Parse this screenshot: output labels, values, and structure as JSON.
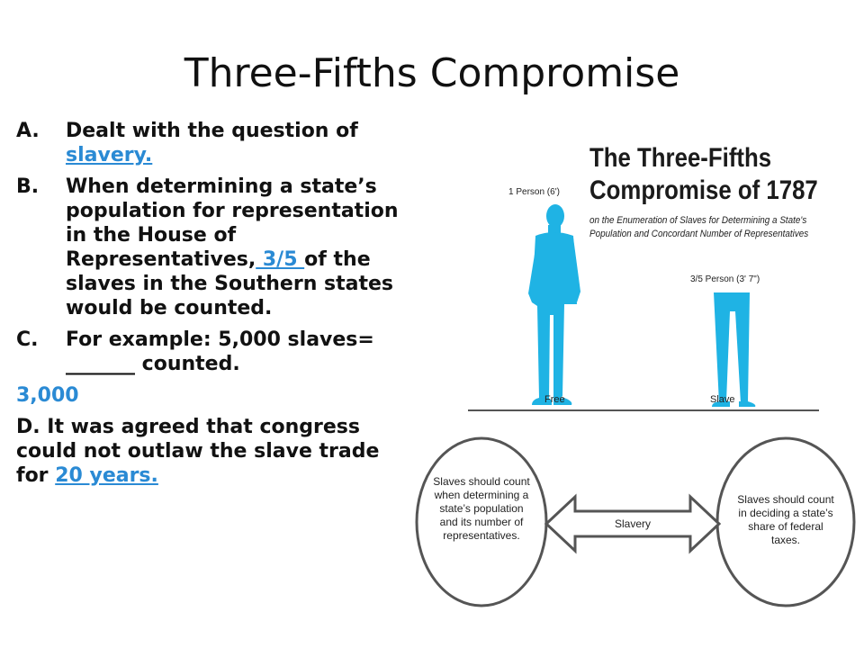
{
  "slide": {
    "title": "Three-Fifths Compromise",
    "items": [
      {
        "marker": "A.",
        "pre": "Dealt with the question of ",
        "blank": "slavery.",
        "post": ""
      },
      {
        "marker": "B.",
        "pre": "When determining a state’s population for representation in the House of Representatives,",
        "blank": " 3/5 ",
        "post": "of the slaves in the Southern states would be counted."
      },
      {
        "marker": "C.",
        "pre": "For example: 5,000 slaves= _______ counted.",
        "blank": "",
        "post": ""
      }
    ],
    "answer": "3,000",
    "d_text": "D. It was agreed that congress could not outlaw the slave trade for ",
    "d_blank": "20 years."
  },
  "figure": {
    "title_line1": "The Three-Fifths",
    "title_line2": "Compromise of 1787",
    "subtitle_line1": "on the Enumeration of Slaves for Determining a State's",
    "subtitle_line2": "Population and Concordant Number of Representatives",
    "person_label": "1 Person (6')",
    "fraction_label": "3/5 Person (3' 7\")",
    "free_label": "Free",
    "slave_label": "Slave",
    "left_circle": "Slaves should count when determining a state’s population and its number of representatives.",
    "center_label": "Slavery",
    "right_circle": "Slaves should count in deciding a state’s share of federal taxes.",
    "figure_color": "#1fb3e4"
  }
}
